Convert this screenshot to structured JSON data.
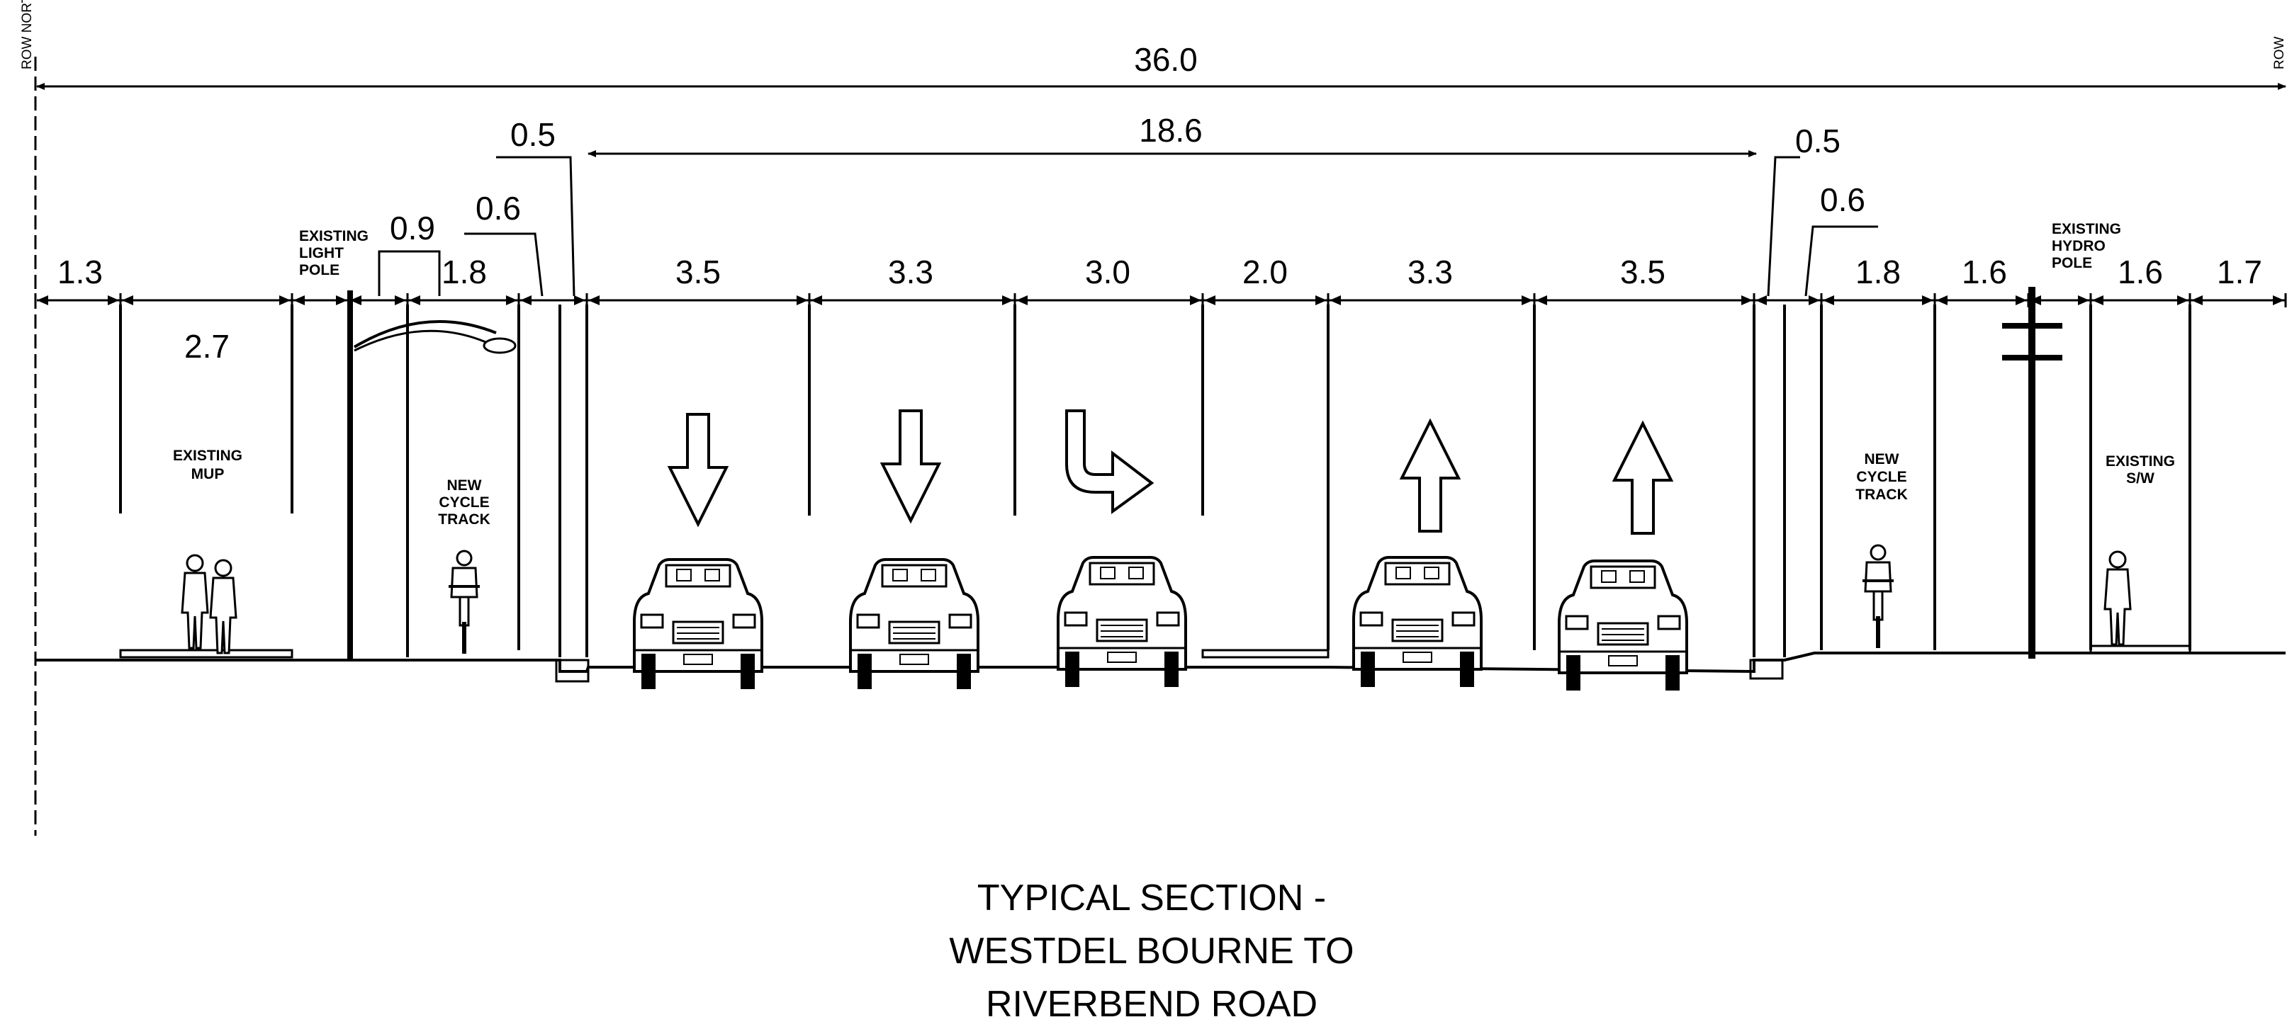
{
  "row_labels": {
    "left": "ROW NORTH",
    "right": "ROW"
  },
  "overall_width": "36.0",
  "roadway_width": "18.6",
  "offsets": {
    "left_curb": "0.5",
    "left_gutter": "0.6",
    "right_curb": "0.5",
    "right_gutter": "0.6",
    "light_pole": "0.9"
  },
  "bottom_dims": [
    "1.3",
    "1.8",
    "3.5",
    "3.3",
    "3.0",
    "2.0",
    "3.3",
    "3.5",
    "1.8",
    "1.6",
    "1.6",
    "1.7"
  ],
  "mup_width": "2.7",
  "labels": {
    "existing_mup": [
      "EXISTING",
      "MUP"
    ],
    "existing_light_pole": [
      "EXISTING",
      "LIGHT",
      "POLE"
    ],
    "new_cycle_track_left": [
      "NEW",
      "CYCLE",
      "TRACK"
    ],
    "new_cycle_track_right": [
      "NEW",
      "CYCLE",
      "TRACK"
    ],
    "existing_hydro_pole": [
      "EXISTING",
      "HYDRO",
      "POLE"
    ],
    "existing_sw": [
      "EXISTING",
      "S/W"
    ]
  },
  "title_lines": [
    "TYPICAL SECTION -",
    "WESTDEL BOURNE TO",
    "RIVERBEND ROAD"
  ]
}
